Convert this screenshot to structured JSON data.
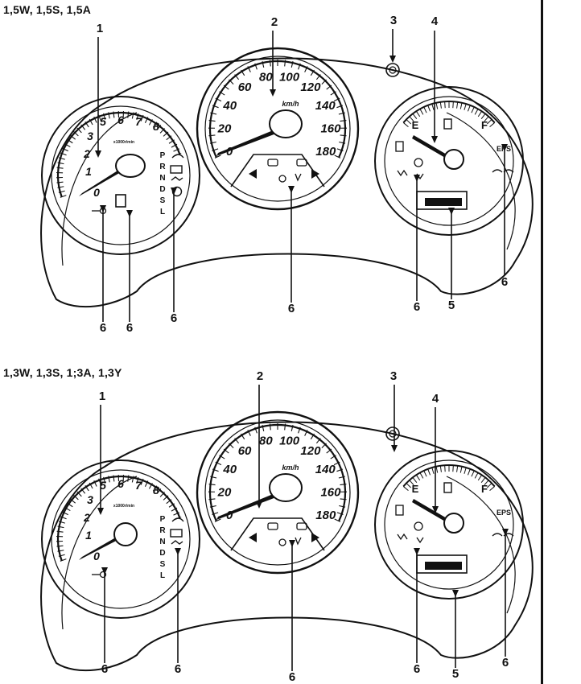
{
  "variants": [
    {
      "title": "1,5W, 1,5S, 1,5A",
      "tachometer": {
        "labels": [
          "1",
          "2",
          "3",
          "5",
          "6",
          "7",
          "8",
          "0"
        ],
        "units": "x1000r/min"
      },
      "speedometer": {
        "labels": [
          "0",
          "20",
          "40",
          "60",
          "80",
          "100",
          "120",
          "140",
          "160",
          "180"
        ],
        "units": "km/h"
      },
      "gear_letters": [
        "P",
        "R",
        "N",
        "D",
        "S",
        "L"
      ],
      "fuel_gauge": {
        "empty": "E",
        "full": "F"
      },
      "eps_label": "EPS",
      "callouts": [
        "1",
        "2",
        "3",
        "4",
        "5",
        "6",
        "6",
        "6",
        "6",
        "6",
        "6"
      ]
    },
    {
      "title": "1,3W, 1,3S, 1;3A, 1,3Y",
      "tachometer": {
        "labels": [
          "1",
          "2",
          "3",
          "5",
          "6",
          "7",
          "8",
          "0"
        ],
        "units": "x1000r/min"
      },
      "speedometer": {
        "labels": [
          "0",
          "20",
          "40",
          "60",
          "80",
          "100",
          "120",
          "140",
          "160",
          "180"
        ],
        "units": "km/h"
      },
      "gear_letters": [
        "P",
        "R",
        "N",
        "D",
        "S",
        "L"
      ],
      "fuel_gauge": {
        "empty": "E",
        "full": "F"
      },
      "eps_label": "EPS",
      "callouts": [
        "1",
        "2",
        "3",
        "4",
        "5",
        "6",
        "6",
        "6",
        "6",
        "6"
      ]
    }
  ]
}
